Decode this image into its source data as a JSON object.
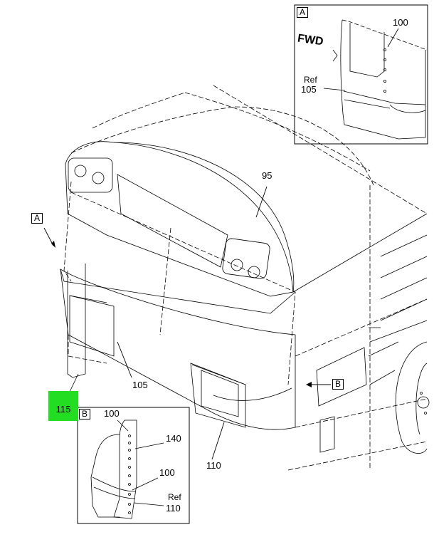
{
  "labels": {
    "view_a_tag": "A",
    "view_b_tag": "B",
    "main_a_tag": "A",
    "main_b_tag": "B",
    "fwd": "FWD",
    "inset_a_100": "100",
    "inset_a_ref": "Ref",
    "inset_a_105": "105",
    "main_95": "95",
    "main_105": "105",
    "main_110": "110",
    "main_115": "115",
    "inset_b_100_top": "100",
    "inset_b_140": "140",
    "inset_b_100_mid": "100",
    "inset_b_ref": "Ref",
    "inset_b_110": "110"
  },
  "colors": {
    "highlight": "#22dd22",
    "line": "#000000"
  }
}
